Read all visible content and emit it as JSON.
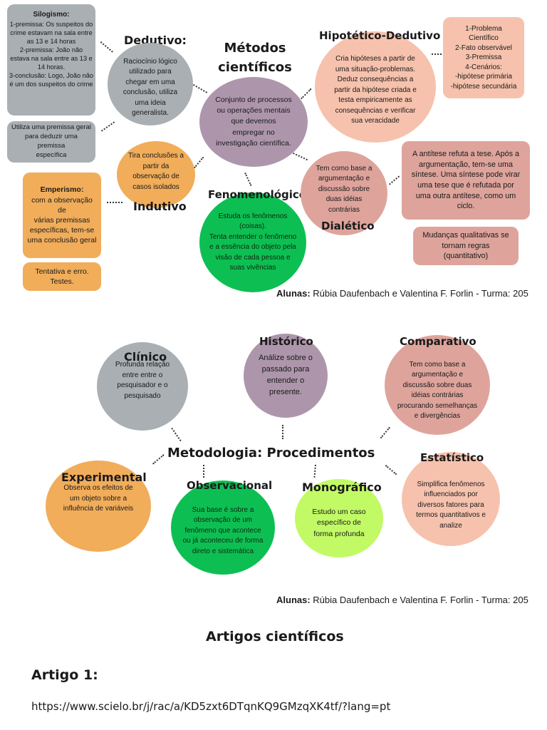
{
  "diagram1": {
    "title": "Métodos\ncientíficos",
    "center_text": "Conjunto de processos\nou operações mentais\nque devemos\nempregar no\ninvestigação científica.",
    "silogismo": {
      "heading": "Silogismo:",
      "text": "1-premissa: Os suspeitos do\ncrime estavam na sala entre\nas 13 e 14 horas\n2-premissa: João não\nestava na sala entre as 13 e\n14 horas.\n3-conclusão: Logo, João não\né um dos suspeitos do crime"
    },
    "premissa_geral": "Utiliza uma premissa geral\npara deduzir uma premissa\nespecífica",
    "dedutivo": {
      "label": "Dedutivo:",
      "text": "Raciocínio lógico\nutilizado para\nchegar em uma\nconclusão, utiliza\numa ideia\ngeneralista."
    },
    "indutivo": {
      "label": "Indutivo",
      "text": "Tira conclusões a\npartir da\nobservação de\ncasos isolados"
    },
    "emperismo": {
      "heading": "Emperismo:",
      "text": "com a observação de\nvárias premissas\nespecíficas, tem-se\numa conclusão geral"
    },
    "tentativa": "Tentativa e erro.\nTestes.",
    "hipotetico": {
      "label": "Hipotético-Dedutivo",
      "text": "Cria hipóteses a partir de\numa situação-problemas.\nDeduz consequências a\npartir da hipótese criada e\ntesta empiricamente as\nconsequências e verificar\nsua veracidade"
    },
    "etapas": "1-Problema\nCientífico\n2-Fato observável\n3-Premissa\n4-Cenários:\n-hipótese primária\n-hipótese secundária",
    "dialetico": {
      "label": "Dialético",
      "text": "Tem como base a\nargumentação e\ndiscussão sobre\nduas idéias\ncontrárias"
    },
    "antitese": "A antítese refuta a tese.  Após a\nargumentação, tem-se uma\nsíntese. Uma síntese pode virar\numa tese que é refutada por\numa outra antítese, como um\nciclo.",
    "qualitativas": "Mudanças qualitativas se\ntornam regras\n(quantitativo)",
    "fenomenologico": {
      "label": "Fenomenológico",
      "text": "Estuda os fenômenos\n(coisas).\nTenta entender o fenômeno\ne a essência do objeto pela\nvisão de cada pessoa e\nsuas vivências"
    },
    "footer_bold": "Alunas:",
    "footer_text": " Rúbia Daufenbach e Valentina F. Forlin - Turma: 205"
  },
  "diagram2": {
    "title": "Metodologia: Procedimentos",
    "clinico": {
      "label": "Clínico",
      "text": "Profunda relação\nentre entre o\npesquisador e o\npesquisado"
    },
    "historico": {
      "label": "Histórico",
      "text": "Análize sobre o\npassado para\nentender o\npresente."
    },
    "comparativo": {
      "label": "Comparativo",
      "text": "Tem como base a\nargumentação e\ndiscussão sobre duas\nidéias contrárias\nprocurando semelhanças\ne divergências"
    },
    "experimental": {
      "label": "Experimental",
      "text": "Observa os efeitos de\num objeto sobre a\ninfluência de variáveis"
    },
    "observacional": {
      "label": "Observacional",
      "text": "Sua base é sobre a\nobservação de um\nfenômeno que acontece\nou já aconteceu de forma\ndireto e sistemática"
    },
    "monografico": {
      "label": "Monográfico",
      "text": "Estudo um caso\nespecífico de\nforma profunda"
    },
    "estatistico": {
      "label": "Estatístico",
      "text": "Simplifica fenômenos\ninfluenciados por\ndiversos fatores para\ntermos quantitativos e\nanalize"
    },
    "footer_bold": "Alunas:",
    "footer_text": " Rúbia Daufenbach e Valentina F. Forlin - Turma: 205"
  },
  "articles": {
    "heading": "Artigos científicos",
    "article1_label": "Artigo 1:",
    "article1_url": "https://www.scielo.br/j/rac/a/KD5zxt6DTqnKQ9GMzqXK4tf/?lang=pt"
  }
}
